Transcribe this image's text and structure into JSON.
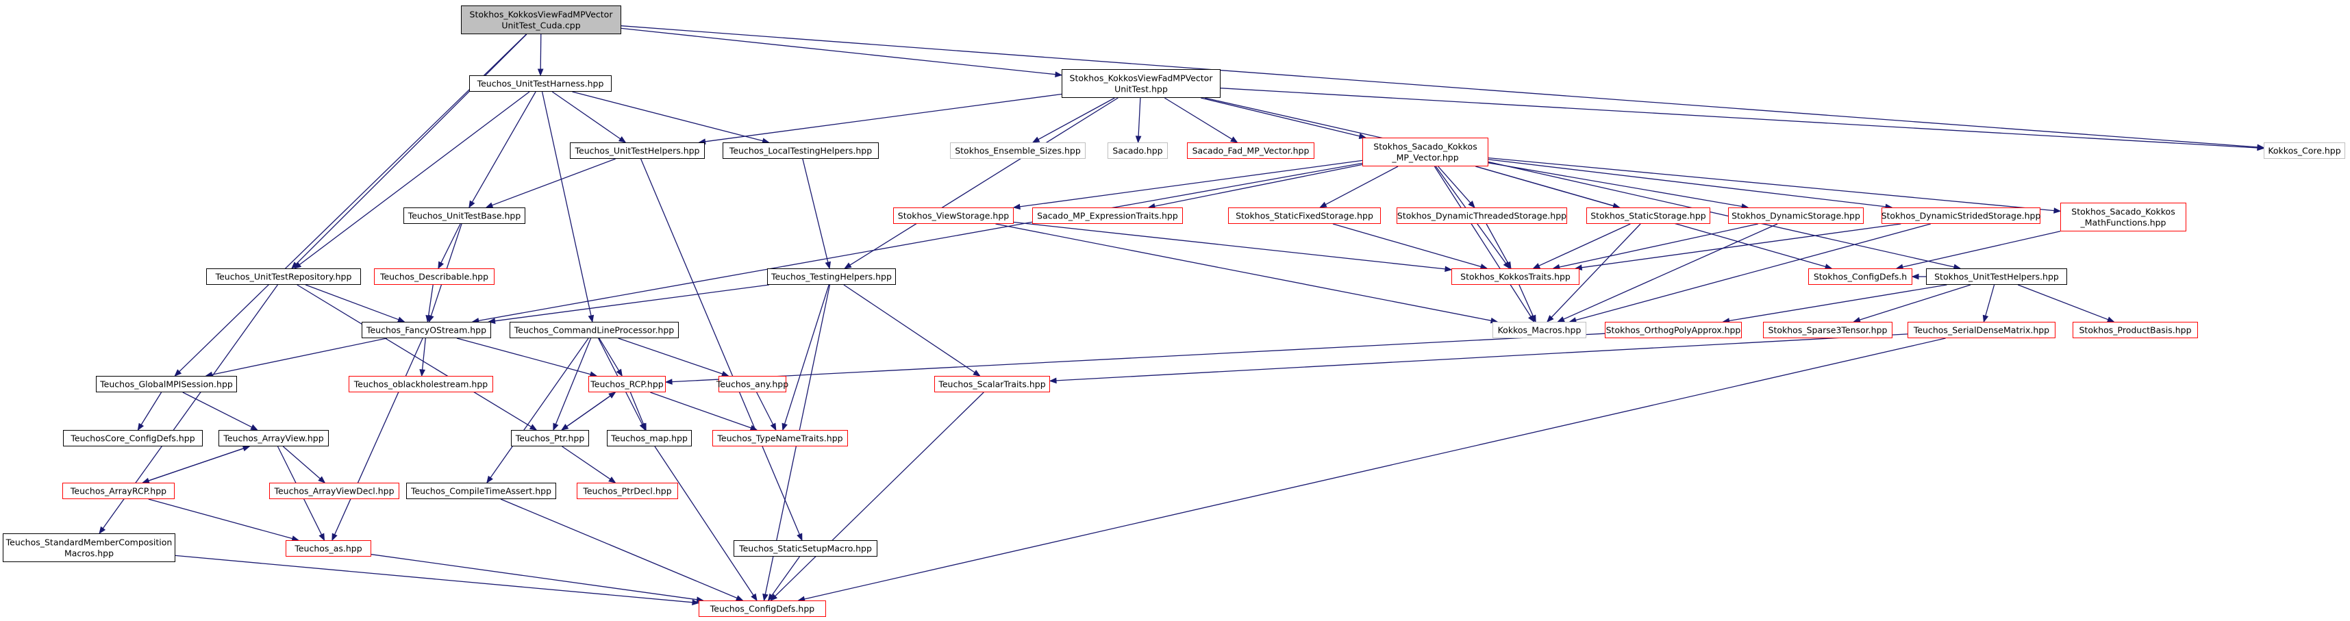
{
  "colors": {
    "edge": "#191970",
    "root_fill": "#bfbfbf",
    "root_border": "#000000",
    "documented_border": "#000000",
    "undocumented_border": "#ff0000",
    "external_border": "#bfbfbf",
    "text": "#000000"
  },
  "nodes": {
    "root": {
      "lines": [
        "Stokhos_KokkosViewFadMPVector",
        "UnitTest_Cuda.cpp"
      ],
      "kind": "root"
    },
    "kvfmp_hpp": {
      "lines": [
        "Stokhos_KokkosViewFadMPVector",
        "UnitTest.hpp"
      ],
      "kind": "doc"
    },
    "unittestharness": {
      "lines": [
        "Teuchos_UnitTestHarness.hpp"
      ],
      "kind": "doc"
    },
    "unittesthelpers": {
      "lines": [
        "Teuchos_UnitTestHelpers.hpp"
      ],
      "kind": "doc"
    },
    "localtestinghelpers": {
      "lines": [
        "Teuchos_LocalTestingHelpers.hpp"
      ],
      "kind": "doc"
    },
    "ensemble_sizes": {
      "lines": [
        "Stokhos_Ensemble_Sizes.hpp"
      ],
      "kind": "ext"
    },
    "sacado_hpp": {
      "lines": [
        "Sacado.hpp"
      ],
      "kind": "ext"
    },
    "sacado_fad_mp": {
      "lines": [
        "Sacado_Fad_MP_Vector.hpp"
      ],
      "kind": "red"
    },
    "sacado_kokkos_mp": {
      "lines": [
        "Stokhos_Sacado_Kokkos",
        "_MP_Vector.hpp"
      ],
      "kind": "red"
    },
    "kokkos_core": {
      "lines": [
        "Kokkos_Core.hpp"
      ],
      "kind": "ext"
    },
    "unittestbase": {
      "lines": [
        "Teuchos_UnitTestBase.hpp"
      ],
      "kind": "doc"
    },
    "describable": {
      "lines": [
        "Teuchos_Describable.hpp"
      ],
      "kind": "red"
    },
    "viewstorage": {
      "lines": [
        "Stokhos_ViewStorage.hpp"
      ],
      "kind": "red"
    },
    "mp_exprtraits": {
      "lines": [
        "Sacado_MP_ExpressionTraits.hpp"
      ],
      "kind": "red"
    },
    "staticfixed": {
      "lines": [
        "Stokhos_StaticFixedStorage.hpp"
      ],
      "kind": "red"
    },
    "dynthreaded": {
      "lines": [
        "Stokhos_DynamicThreadedStorage.hpp"
      ],
      "kind": "red"
    },
    "staticstorage": {
      "lines": [
        "Stokhos_StaticStorage.hpp"
      ],
      "kind": "red"
    },
    "dynstorage": {
      "lines": [
        "Stokhos_DynamicStorage.hpp"
      ],
      "kind": "red"
    },
    "dynstrided": {
      "lines": [
        "Stokhos_DynamicStridedStorage.hpp"
      ],
      "kind": "red"
    },
    "mathfunctions": {
      "lines": [
        "Stokhos_Sacado_Kokkos",
        "_MathFunctions.hpp"
      ],
      "kind": "red"
    },
    "unittestrepository": {
      "lines": [
        "Teuchos_UnitTestRepository.hpp"
      ],
      "kind": "doc"
    },
    "testinghelpers": {
      "lines": [
        "Teuchos_TestingHelpers.hpp"
      ],
      "kind": "doc"
    },
    "kokkostraits": {
      "lines": [
        "Stokhos_KokkosTraits.hpp"
      ],
      "kind": "red"
    },
    "configdefs_h": {
      "lines": [
        "Stokhos_ConfigDefs.h"
      ],
      "kind": "red"
    },
    "stokhos_unittesthelpers": {
      "lines": [
        "Stokhos_UnitTestHelpers.hpp"
      ],
      "kind": "doc"
    },
    "fancyostream": {
      "lines": [
        "Teuchos_FancyOStream.hpp"
      ],
      "kind": "doc"
    },
    "cmdlineprocessor": {
      "lines": [
        "Teuchos_CommandLineProcessor.hpp"
      ],
      "kind": "doc"
    },
    "kokkos_macros": {
      "lines": [
        "Kokkos_Macros.hpp"
      ],
      "kind": "ext"
    },
    "orthogpoly": {
      "lines": [
        "Stokhos_OrthogPolyApprox.hpp"
      ],
      "kind": "red"
    },
    "sparse3tensor": {
      "lines": [
        "Stokhos_Sparse3Tensor.hpp"
      ],
      "kind": "red"
    },
    "serialdense": {
      "lines": [
        "Teuchos_SerialDenseMatrix.hpp"
      ],
      "kind": "red"
    },
    "productbasis": {
      "lines": [
        "Stokhos_ProductBasis.hpp"
      ],
      "kind": "red"
    },
    "globalmpisession": {
      "lines": [
        "Teuchos_GlobalMPISession.hpp"
      ],
      "kind": "doc"
    },
    "oblackhole": {
      "lines": [
        "Teuchos_oblackholestream.hpp"
      ],
      "kind": "red"
    },
    "rcp": {
      "lines": [
        "Teuchos_RCP.hpp"
      ],
      "kind": "red"
    },
    "any": {
      "lines": [
        "Teuchos_any.hpp"
      ],
      "kind": "red"
    },
    "scalartraits": {
      "lines": [
        "Teuchos_ScalarTraits.hpp"
      ],
      "kind": "red"
    },
    "teuchoscore_configdefs": {
      "lines": [
        "TeuchosCore_ConfigDefs.hpp"
      ],
      "kind": "doc"
    },
    "arrayview": {
      "lines": [
        "Teuchos_ArrayView.hpp"
      ],
      "kind": "doc"
    },
    "ptr": {
      "lines": [
        "Teuchos_Ptr.hpp"
      ],
      "kind": "doc"
    },
    "map": {
      "lines": [
        "Teuchos_map.hpp"
      ],
      "kind": "doc"
    },
    "typenametraits": {
      "lines": [
        "Teuchos_TypeNameTraits.hpp"
      ],
      "kind": "red"
    },
    "arrayrcp": {
      "lines": [
        "Teuchos_ArrayRCP.hpp"
      ],
      "kind": "red"
    },
    "arrayviewdecl": {
      "lines": [
        "Teuchos_ArrayViewDecl.hpp"
      ],
      "kind": "red"
    },
    "compiletimeassert": {
      "lines": [
        "Teuchos_CompileTimeAssert.hpp"
      ],
      "kind": "doc"
    },
    "ptrdecl": {
      "lines": [
        "Teuchos_PtrDecl.hpp"
      ],
      "kind": "red"
    },
    "stdmembercomp": {
      "lines": [
        "Teuchos_StandardMemberComposition",
        "Macros.hpp"
      ],
      "kind": "doc"
    },
    "as": {
      "lines": [
        "Teuchos_as.hpp"
      ],
      "kind": "red"
    },
    "staticsetupmacro": {
      "lines": [
        "Teuchos_StaticSetupMacro.hpp"
      ],
      "kind": "doc"
    },
    "teuchos_configdefs": {
      "lines": [
        "Teuchos_ConfigDefs.hpp"
      ],
      "kind": "red"
    }
  },
  "edges": [
    [
      "root",
      "kvfmp_hpp"
    ],
    [
      "root",
      "unittestharness"
    ],
    [
      "root",
      "unittestrepository"
    ],
    [
      "root",
      "globalmpisession"
    ],
    [
      "root",
      "kokkos_core"
    ],
    [
      "kvfmp_hpp",
      "unittesthelpers"
    ],
    [
      "kvfmp_hpp",
      "ensemble_sizes"
    ],
    [
      "kvfmp_hpp",
      "sacado_hpp"
    ],
    [
      "kvfmp_hpp",
      "sacado_fad_mp"
    ],
    [
      "kvfmp_hpp",
      "sacado_kokkos_mp"
    ],
    [
      "kvfmp_hpp",
      "kokkos_core"
    ],
    [
      "kvfmp_hpp",
      "testinghelpers"
    ],
    [
      "kvfmp_hpp",
      "stokhos_unittesthelpers"
    ],
    [
      "unittestharness",
      "unittesthelpers"
    ],
    [
      "unittestharness",
      "localtestinghelpers"
    ],
    [
      "unittestharness",
      "unittestbase"
    ],
    [
      "unittestharness",
      "unittestrepository"
    ],
    [
      "unittestharness",
      "cmdlineprocessor"
    ],
    [
      "unittesthelpers",
      "unittestbase"
    ],
    [
      "unittesthelpers",
      "staticsetupmacro"
    ],
    [
      "localtestinghelpers",
      "testinghelpers"
    ],
    [
      "sacado_kokkos_mp",
      "viewstorage"
    ],
    [
      "sacado_kokkos_mp",
      "mp_exprtraits"
    ],
    [
      "sacado_kokkos_mp",
      "staticfixed"
    ],
    [
      "sacado_kokkos_mp",
      "dynthreaded"
    ],
    [
      "sacado_kokkos_mp",
      "staticstorage"
    ],
    [
      "sacado_kokkos_mp",
      "dynstorage"
    ],
    [
      "sacado_kokkos_mp",
      "dynstrided"
    ],
    [
      "sacado_kokkos_mp",
      "mathfunctions"
    ],
    [
      "sacado_kokkos_mp",
      "kokkostraits"
    ],
    [
      "sacado_kokkos_mp",
      "kokkos_macros"
    ],
    [
      "sacado_kokkos_mp",
      "configdefs_h"
    ],
    [
      "sacado_kokkos_mp",
      "fancyostream"
    ],
    [
      "unittestbase",
      "describable"
    ],
    [
      "unittestbase",
      "fancyostream"
    ],
    [
      "describable",
      "fancyostream"
    ],
    [
      "viewstorage",
      "kokkostraits"
    ],
    [
      "viewstorage",
      "kokkos_macros"
    ],
    [
      "staticfixed",
      "kokkostraits"
    ],
    [
      "dynthreaded",
      "kokkostraits"
    ],
    [
      "staticstorage",
      "kokkostraits"
    ],
    [
      "staticstorage",
      "kokkos_macros"
    ],
    [
      "dynstorage",
      "kokkostraits"
    ],
    [
      "dynstorage",
      "kokkos_macros"
    ],
    [
      "dynstrided",
      "kokkostraits"
    ],
    [
      "dynstrided",
      "kokkos_macros"
    ],
    [
      "mathfunctions",
      "configdefs_h"
    ],
    [
      "kokkostraits",
      "kokkos_macros"
    ],
    [
      "unittestrepository",
      "fancyostream"
    ],
    [
      "unittestrepository",
      "ptr"
    ],
    [
      "unittestrepository",
      "stdmembercomp"
    ],
    [
      "testinghelpers",
      "fancyostream"
    ],
    [
      "testinghelpers",
      "typenametraits"
    ],
    [
      "testinghelpers",
      "scalartraits"
    ],
    [
      "testinghelpers",
      "teuchos_configdefs"
    ],
    [
      "stokhos_unittesthelpers",
      "orthogpoly"
    ],
    [
      "stokhos_unittesthelpers",
      "sparse3tensor"
    ],
    [
      "stokhos_unittesthelpers",
      "serialdense"
    ],
    [
      "stokhos_unittesthelpers",
      "productbasis"
    ],
    [
      "stokhos_unittesthelpers",
      "configdefs_h"
    ],
    [
      "fancyostream",
      "globalmpisession"
    ],
    [
      "fancyostream",
      "oblackhole"
    ],
    [
      "fancyostream",
      "rcp"
    ],
    [
      "fancyostream",
      "as"
    ],
    [
      "cmdlineprocessor",
      "rcp"
    ],
    [
      "cmdlineprocessor",
      "any"
    ],
    [
      "cmdlineprocessor",
      "ptr"
    ],
    [
      "cmdlineprocessor",
      "map"
    ],
    [
      "cmdlineprocessor",
      "compiletimeassert"
    ],
    [
      "orthogpoly",
      "rcp"
    ],
    [
      "serialdense",
      "scalartraits"
    ],
    [
      "serialdense",
      "teuchos_configdefs"
    ],
    [
      "globalmpisession",
      "teuchoscore_configdefs"
    ],
    [
      "globalmpisession",
      "arrayview"
    ],
    [
      "rcp",
      "ptr"
    ],
    [
      "rcp",
      "map"
    ],
    [
      "rcp",
      "typenametraits"
    ],
    [
      "any",
      "typenametraits"
    ],
    [
      "scalartraits",
      "teuchos_configdefs"
    ],
    [
      "arrayview",
      "arrayrcp"
    ],
    [
      "arrayview",
      "arrayviewdecl"
    ],
    [
      "arrayview",
      "as"
    ],
    [
      "arrayrcp",
      "arrayview"
    ],
    [
      "arrayrcp",
      "as"
    ],
    [
      "ptr",
      "rcp"
    ],
    [
      "ptr",
      "ptrdecl"
    ],
    [
      "map",
      "teuchos_configdefs"
    ],
    [
      "compiletimeassert",
      "teuchos_configdefs"
    ],
    [
      "stdmembercomp",
      "teuchos_configdefs"
    ],
    [
      "as",
      "teuchos_configdefs"
    ],
    [
      "staticsetupmacro",
      "teuchos_configdefs"
    ]
  ]
}
